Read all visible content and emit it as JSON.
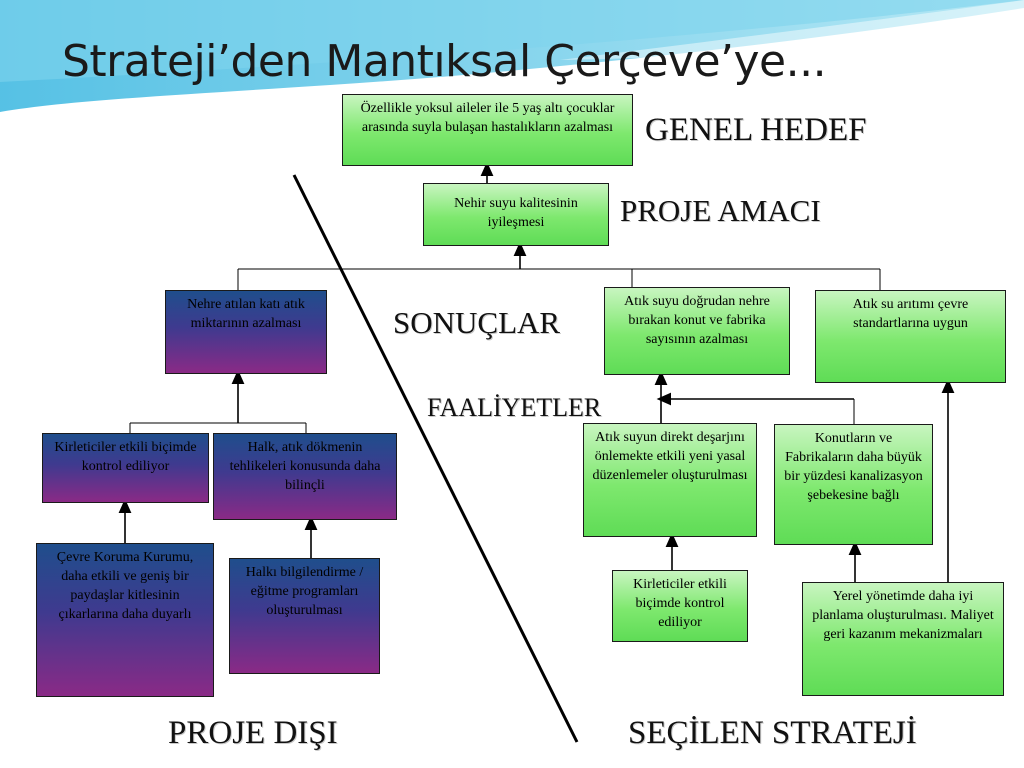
{
  "title": "Strateji’den Mantıksal Çerçeve’ye...",
  "labels": {
    "genel_hedef": "GENEL HEDEF",
    "proje_amaci": "PROJE AMACI",
    "sonuclar": "SONUÇLAR",
    "faaliyetler": "FAALİYETLER",
    "proje_disi": "PROJE DIŞI",
    "secilen_strateji": "SEÇİLEN STRATEJİ"
  },
  "boxes": {
    "goal": "Özellikle yoksul aileler ile 5 yaş altı çocuklar arasında suyla bulaşan hastalıkların azalması",
    "purpose": "Nehir suyu kalitesinin iyileşmesi",
    "result_waste": "Nehre atılan katı atık miktarının azalması",
    "result_discharge": "Atık suyu doğrudan nehre bırakan konut ve fabrika sayısının azalması",
    "result_treatment": "Atık su arıtımı çevre standartlarına uygun",
    "polluters_out": "Kirleticiler etkili biçimde kontrol ediliyor",
    "public_aware": "Halk, atık dökmenin tehlikeleri konusunda daha bilinçli",
    "env_agency": "Çevre Koruma Kurumu, daha etkili ve geniş bir paydaşlar kitlesinin çıkarlarına daha duyarlı",
    "public_info": "Halkı bilgilendirme / eğitme programları oluşturulması",
    "legal_reg": "Atık suyun direkt deşarjını önlemekte etkili yeni yasal düzenlemeler oluşturulması",
    "sewer": "Konutların ve Fabrikaların daha büyük bir yüzdesi kanalizasyon şebekesine bağlı",
    "polluters_in": "Kirleticiler etkili biçimde kontrol ediliyor",
    "local_gov": "Yerel yönetimde daha iyi planlama oluşturulması. Maliyet geri kazanım mekanizmaları"
  },
  "colors": {
    "green_box": "#6fe262",
    "purple_box": "#6a2f8a",
    "background_wave": "#5ec6e6"
  }
}
